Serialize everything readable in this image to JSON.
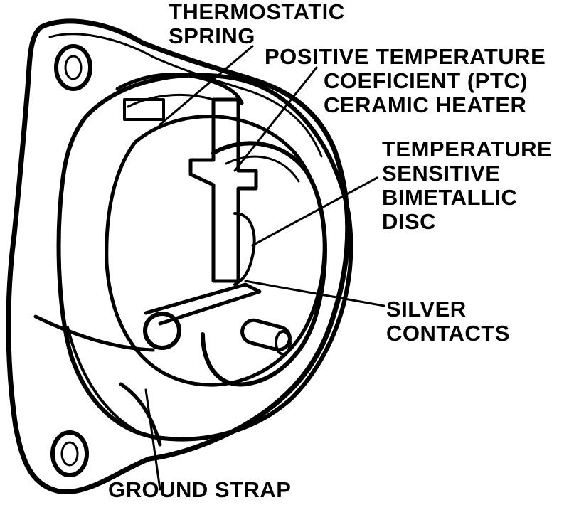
{
  "labels": {
    "thermostatic_spring": [
      "THERMOSTATIC",
      "SPRING"
    ],
    "ptc_heater": [
      "POSITIVE TEMPERATURE",
      "COEFICIENT (PTC)",
      "CERAMIC HEATER"
    ],
    "bimetallic_disc": [
      "TEMPERATURE",
      "SENSITIVE",
      "BIMETALLIC",
      "DISC"
    ],
    "silver_contacts": [
      "SILVER",
      "CONTACTS"
    ],
    "ground_strap": [
      "GROUND STRAP"
    ]
  },
  "colors": {
    "ink": "#000000",
    "background": "#ffffff"
  }
}
